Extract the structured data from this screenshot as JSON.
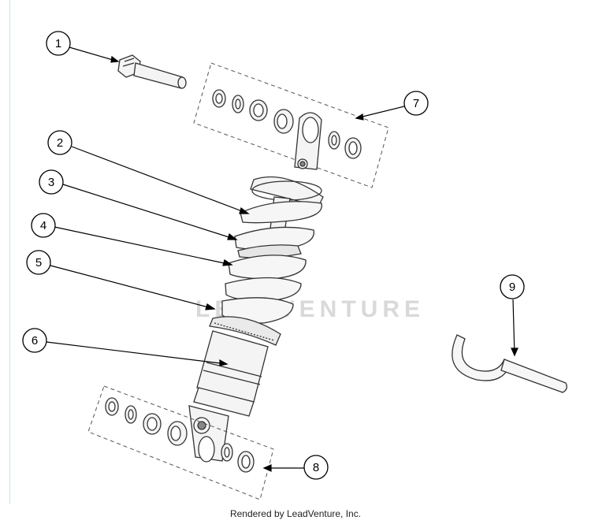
{
  "diagram": {
    "callouts": [
      {
        "number": "1"
      },
      {
        "number": "2"
      },
      {
        "number": "3"
      },
      {
        "number": "4"
      },
      {
        "number": "5"
      },
      {
        "number": "6"
      },
      {
        "number": "7"
      },
      {
        "number": "8"
      },
      {
        "number": "9"
      }
    ],
    "watermark": "LEADVENTURE",
    "colors": {
      "line": "#000000",
      "part_fill": "#f4f4f4",
      "part_stroke": "#333333",
      "watermark": "#d9d9d9"
    }
  },
  "footer": {
    "text": "Rendered by LeadVenture, Inc."
  }
}
